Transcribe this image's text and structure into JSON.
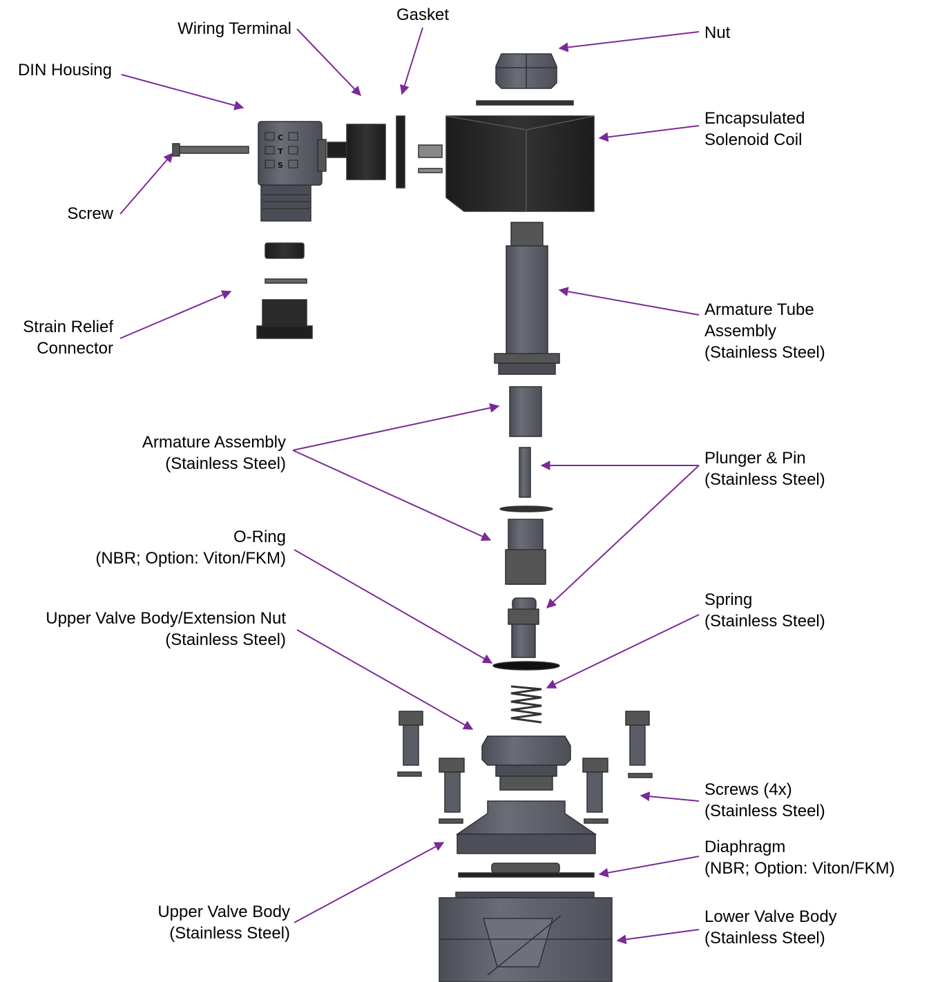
{
  "labels": {
    "gasket": [
      "Gasket"
    ],
    "wiring_terminal": [
      "Wiring Terminal"
    ],
    "din_housing": [
      "DIN Housing"
    ],
    "screw": [
      "Screw"
    ],
    "strain_relief": [
      "Strain Relief",
      "Connector"
    ],
    "nut": [
      "Nut"
    ],
    "coil": [
      "Encapsulated",
      "Solenoid Coil"
    ],
    "armature_tube": [
      "Armature Tube",
      "Assembly",
      "(Stainless Steel)"
    ],
    "armature_assembly": [
      "Armature Assembly",
      "(Stainless Steel)"
    ],
    "plunger_pin": [
      "Plunger & Pin",
      "(Stainless Steel)"
    ],
    "o_ring": [
      "O-Ring",
      "(NBR; Option: Viton/FKM)"
    ],
    "upper_body_nut": [
      "Upper Valve Body/Extension Nut",
      "(Stainless Steel)"
    ],
    "spring": [
      "Spring",
      "(Stainless Steel)"
    ],
    "screws_4x": [
      "Screws (4x)",
      "(Stainless Steel)"
    ],
    "diaphragm": [
      "Diaphragm",
      "(NBR; Option: Viton/FKM)"
    ],
    "upper_valve_body": [
      "Upper Valve Body",
      "(Stainless Steel)"
    ],
    "lower_valve_body": [
      "Lower Valve Body",
      "(Stainless Steel)"
    ]
  },
  "housing_marking": [
    "S",
    "T",
    "C"
  ],
  "colors": {
    "leader": "#7a2a96",
    "part": "#5a5d66",
    "part_dark": "#2b2b2b",
    "part_edge": "#2f3036"
  }
}
